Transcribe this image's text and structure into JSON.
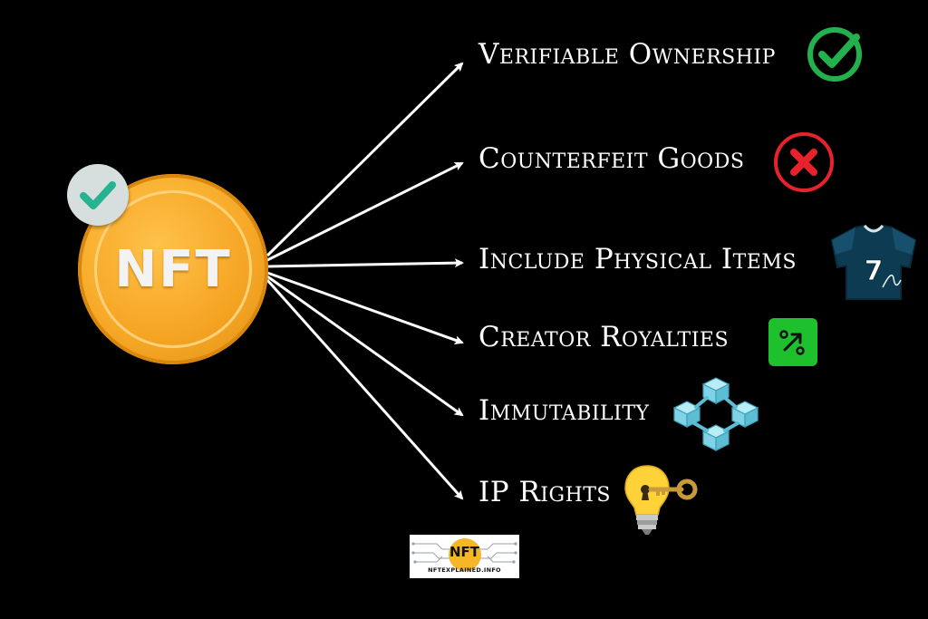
{
  "coin": {
    "label": "NFT"
  },
  "features": [
    {
      "label": "Verifiable Ownership",
      "icon": "green-check-circle-icon"
    },
    {
      "label": "Counterfeit Goods",
      "icon": "red-x-circle-icon"
    },
    {
      "label": "Include Physical Items",
      "icon": "signed-jersey-icon"
    },
    {
      "label": "Creator Royalties",
      "icon": "percent-badge-icon"
    },
    {
      "label": "Immutability",
      "icon": "blockchain-cubes-icon"
    },
    {
      "label": "IP Rights",
      "icon": "lightbulb-key-icon"
    }
  ],
  "jersey_number": "7",
  "logo": {
    "title": "NFT",
    "subtitle": "NFTEXPLAINED.INFO"
  },
  "colors": {
    "background": "#000000",
    "coin": "#f7a928",
    "check_green": "#22b14c",
    "x_red": "#e8222a",
    "check_teal": "#26b38f",
    "royalties_green": "#1fc02e",
    "cube_blue": "#7fd3e6",
    "jersey_navy": "#0d3b52"
  }
}
